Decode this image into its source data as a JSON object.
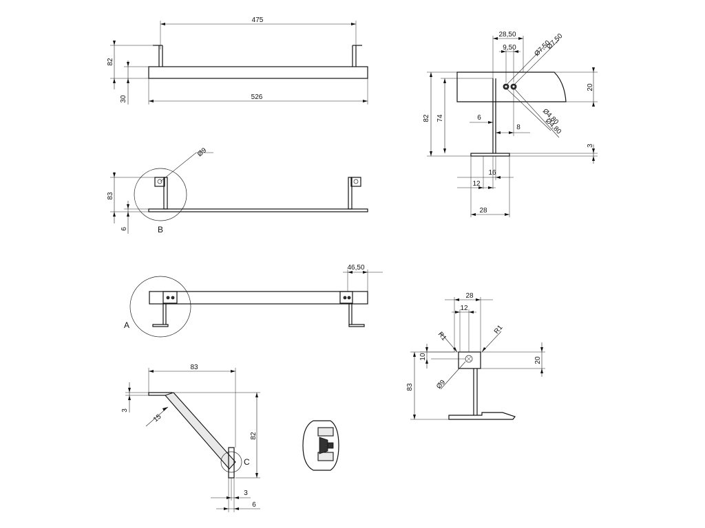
{
  "views": {
    "front_view": {
      "dim_length_between_brackets": "475",
      "dim_total_length": "526",
      "dim_total_height": "82",
      "dim_bar_height": "30"
    },
    "side_view": {
      "dim_width": "28,50",
      "dim_hole_spacing": "9,50",
      "dim_dia_750_a": "Ø7,50",
      "dim_dia_750_b": "Ø7,50",
      "dim_dia_480_a": "Ø4,80",
      "dim_dia_480_b": "Ø4,80",
      "dim_bar_height": "20",
      "dim_total_height": "82",
      "dim_stem_height": "74",
      "dim_stem_offset": "6",
      "dim_hole_offset": "8",
      "dim_base_thickness": "3",
      "dim_base_16": "16",
      "dim_base_12": "12",
      "dim_base_28": "28"
    },
    "top_view": {
      "dim_hole_dia": "Ø9",
      "dim_height": "83",
      "dim_plate": "6",
      "detail_label": "B"
    },
    "bottom_view": {
      "dim_offset": "46,50",
      "detail_label": "A"
    },
    "angle_view": {
      "dim_depth": "83",
      "dim_height": "82",
      "dim_thickness_top": "3",
      "dim_arm": "15",
      "dim_thickness": "3",
      "dim_plate": "6",
      "detail_label": "C"
    },
    "end_view": {
      "dim_width": "28",
      "dim_center": "12",
      "dim_radius_left": "R1",
      "dim_radius_right": "R1",
      "dim_offset": "10",
      "dim_plate_height": "20",
      "dim_hole_dia": "Ø9",
      "dim_height": "83"
    }
  },
  "colors": {
    "line": "#111111",
    "fill": "#e9e9e9",
    "background": "#ffffff"
  }
}
